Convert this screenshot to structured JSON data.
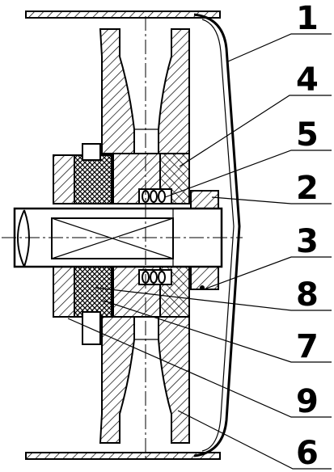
{
  "callouts": [
    {
      "id": "1",
      "label": "1"
    },
    {
      "id": "4",
      "label": "4"
    },
    {
      "id": "5",
      "label": "5"
    },
    {
      "id": "2",
      "label": "2"
    },
    {
      "id": "3",
      "label": "3"
    },
    {
      "id": "8",
      "label": "8"
    },
    {
      "id": "7",
      "label": "7"
    },
    {
      "id": "9",
      "label": "9"
    },
    {
      "id": "6",
      "label": "6"
    }
  ]
}
